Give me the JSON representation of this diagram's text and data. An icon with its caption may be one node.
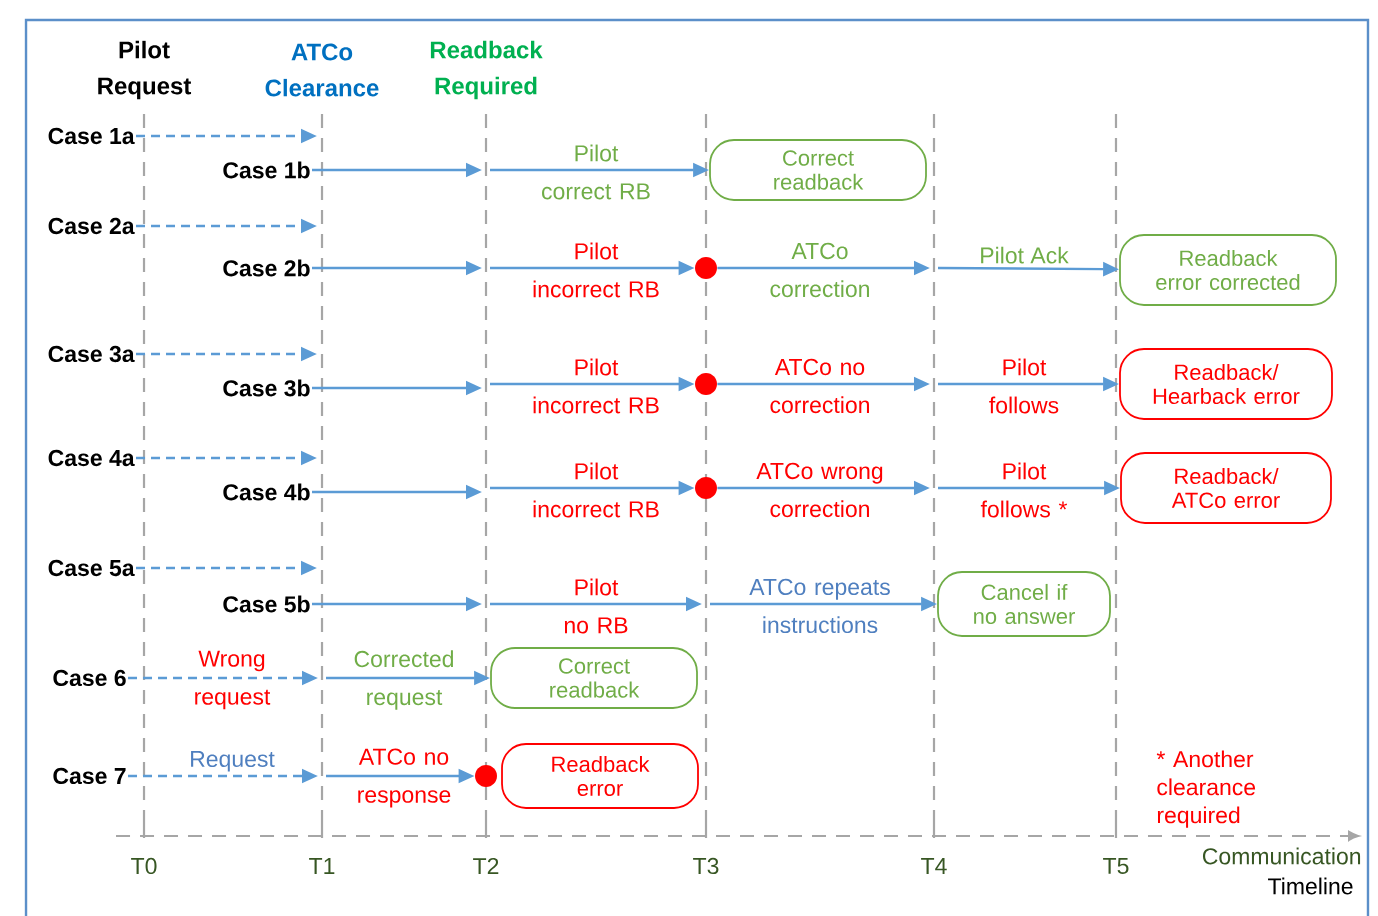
{
  "diagram": {
    "nodes": [
      {
        "text": [
          "Case 1a"
        ]
      },
      {
        "text": [
          "Case 1b"
        ]
      },
      {
        "text": [
          "Correct readback"
        ]
      },
      {
        "text": [
          "Case 2a"
        ]
      },
      {
        "text": [
          "Case 2b"
        ]
      },
      {
        "text": [],
        "shape": "circle"
      },
      {
        "text": [
          "Readback error corrected"
        ]
      },
      {
        "text": [
          "Case 3a"
        ]
      },
      {
        "text": [
          "Case 3b"
        ]
      },
      {
        "text": [],
        "shape": "circle"
      },
      {
        "text": [
          "Readback/ Hearback error"
        ]
      },
      {
        "text": [
          "Case 4a"
        ]
      },
      {
        "text": [
          "Case 4b"
        ]
      },
      {
        "text": [],
        "shape": "circle"
      },
      {
        "text": [
          "Readback/ ATCo error"
        ]
      },
      {
        "text": [
          "Case 5a"
        ]
      },
      {
        "text": [
          "Case 5b"
        ]
      },
      {
        "text": [
          "Cancel if no answer"
        ]
      },
      {
        "text": [
          "Case 6"
        ]
      },
      {
        "text": [
          "Correct readback"
        ]
      },
      {
        "text": [
          "Case 7"
        ]
      },
      {
        "text": [],
        "shape": "circle"
      },
      {
        "text": [
          "Readback error"
        ]
      }
    ],
    "edges": [
      {
        "from": 0,
        "to": 1,
        "arrow": "to",
        "style": "dashed"
      },
      {
        "from": 1,
        "to": null,
        "arrow": "to"
      },
      {
        "from": null,
        "to": 2,
        "arrow": "to",
        "label": "Pilot correct RB"
      },
      {
        "from": 3,
        "to": 4,
        "arrow": "to",
        "style": "dashed"
      },
      {
        "from": 4,
        "to": null,
        "arrow": "to"
      },
      {
        "from": null,
        "to": 5,
        "arrow": "to",
        "label": "Pilot incorrect RB"
      },
      {
        "from": 5,
        "to": null,
        "arrow": "to",
        "label": "ATCo correction"
      },
      {
        "from": null,
        "to": 6,
        "arrow": "to",
        "label": "Pilot Ack"
      },
      {
        "from": 7,
        "to": 8,
        "arrow": "to",
        "style": "dashed"
      },
      {
        "from": 8,
        "to": null,
        "arrow": "to"
      },
      {
        "from": null,
        "to": 9,
        "arrow": "to",
        "label": "Pilot incorrect RB"
      },
      {
        "from": 9,
        "to": null,
        "arrow": "to",
        "label": "ATCo no correction"
      },
      {
        "from": null,
        "to": 10,
        "arrow": "to",
        "label": "Pilot follows"
      },
      {
        "from": 11,
        "to": 12,
        "arrow": "to",
        "style": "dashed"
      },
      {
        "from": 12,
        "to": null,
        "arrow": "to"
      },
      {
        "from": null,
        "to": 13,
        "arrow": "to",
        "label": "Pilot incorrect RB"
      },
      {
        "from": 13,
        "to": null,
        "arrow": "to",
        "label": "ATCo wrong correction"
      },
      {
        "from": null,
        "to": 14,
        "arrow": "to",
        "label": "Pilot follows *"
      },
      {
        "from": 15,
        "to": 16,
        "arrow": "to",
        "style": "dashed"
      },
      {
        "from": 16,
        "to": null,
        "arrow": "to"
      },
      {
        "from": null,
        "to": 17,
        "arrow": "to",
        "label": "ATCo repeats instructions"
      },
      {
        "from": 18,
        "to": null,
        "arrow": "to",
        "style": "dashed",
        "label": "Wrong request"
      },
      {
        "from": null,
        "to": 19,
        "arrow": "to",
        "label": "Corrected request"
      },
      {
        "from": 20,
        "to": null,
        "arrow": "to",
        "style": "dashed",
        "label": "Request"
      },
      {
        "from": null,
        "to": 21,
        "arrow": "to",
        "label": "ATCo no response"
      }
    ],
    "labels": [
      "Pilot Request",
      "ATCo Clearance",
      "Readback Required",
      "Pilot no RB",
      "T0",
      "T1",
      "T2",
      "T3",
      "T4",
      "T5",
      "Communication",
      "Timeline",
      "* Another clearance required"
    ]
  }
}
